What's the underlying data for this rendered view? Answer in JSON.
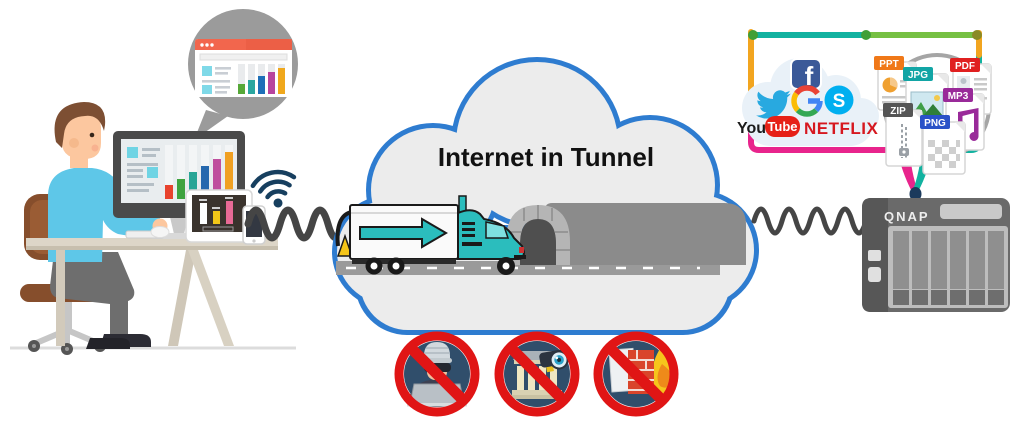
{
  "cloud": {
    "label": "Internet in Tunnel",
    "fill": "#ececec",
    "border": "#2e7cd0"
  },
  "wifi": {
    "color": "#173f5f"
  },
  "cable": {
    "color": "#454545"
  },
  "truck": {
    "body": "#2bbdbd",
    "trailer": "#fafafa",
    "arrow": "#2bbdbd"
  },
  "tunnel": {
    "body": "#8b8b8b",
    "arch": "#b5b5b5",
    "opening": "#4f4f4f",
    "road": "#9a9a9a"
  },
  "left_workstation": {
    "monitor_chart_colors": [
      "#e8432e",
      "#3fa33f",
      "#28a596",
      "#2668ae",
      "#bf4f9e",
      "#f0a022"
    ],
    "bubble_chart_colors": [
      "#56a838",
      "#2aa6a0",
      "#1d6fb8",
      "#b8449e",
      "#f0a81c"
    ],
    "tablet_bar_colors": [
      "#ffffff",
      "#f2c718",
      "#e86a95"
    ],
    "browser_header": "#f2664d",
    "shirt": "#5ec7e8",
    "chair": "#864e2c",
    "desk": "#ddd6c8"
  },
  "prohibitions": {
    "ring": "#e01515",
    "background": "#304e6b",
    "items": [
      {
        "name": "no-hacking-icon"
      },
      {
        "name": "no-surveillance-icon"
      },
      {
        "name": "no-fire-icon"
      }
    ]
  },
  "frame": {
    "teal": "#12b2a0",
    "green": "#76c043",
    "orange": "#f2a51f",
    "pink": "#e8248c",
    "dot_green": "#3f9f36",
    "dot_olive": "#8a8a25",
    "tip_navy": "#1b3a5c"
  },
  "services": {
    "facebook_initial": "f",
    "facebook_color": "#3b5998",
    "twitter_color": "#28a9e0",
    "google_label": "G",
    "skype_initial": "S",
    "skype_color": "#00aff0",
    "youtube_you": "You",
    "youtube_tube": "Tube",
    "youtube_red": "#e62117",
    "netflix_label": "NETFLIX",
    "netflix_color": "#d6181f"
  },
  "files": {
    "ring_color": "#a5a5a5",
    "items": [
      {
        "label": "PPT",
        "color": "#f07818"
      },
      {
        "label": "JPG",
        "color": "#12a5a5"
      },
      {
        "label": "PDF",
        "color": "#e02020"
      },
      {
        "label": "MP3",
        "color": "#992a99"
      },
      {
        "label": "ZIP",
        "color": "#555555"
      },
      {
        "label": "PNG",
        "color": "#2a52c8"
      }
    ]
  },
  "nas": {
    "brand": "QNAP",
    "body": "#6a6a6a"
  }
}
